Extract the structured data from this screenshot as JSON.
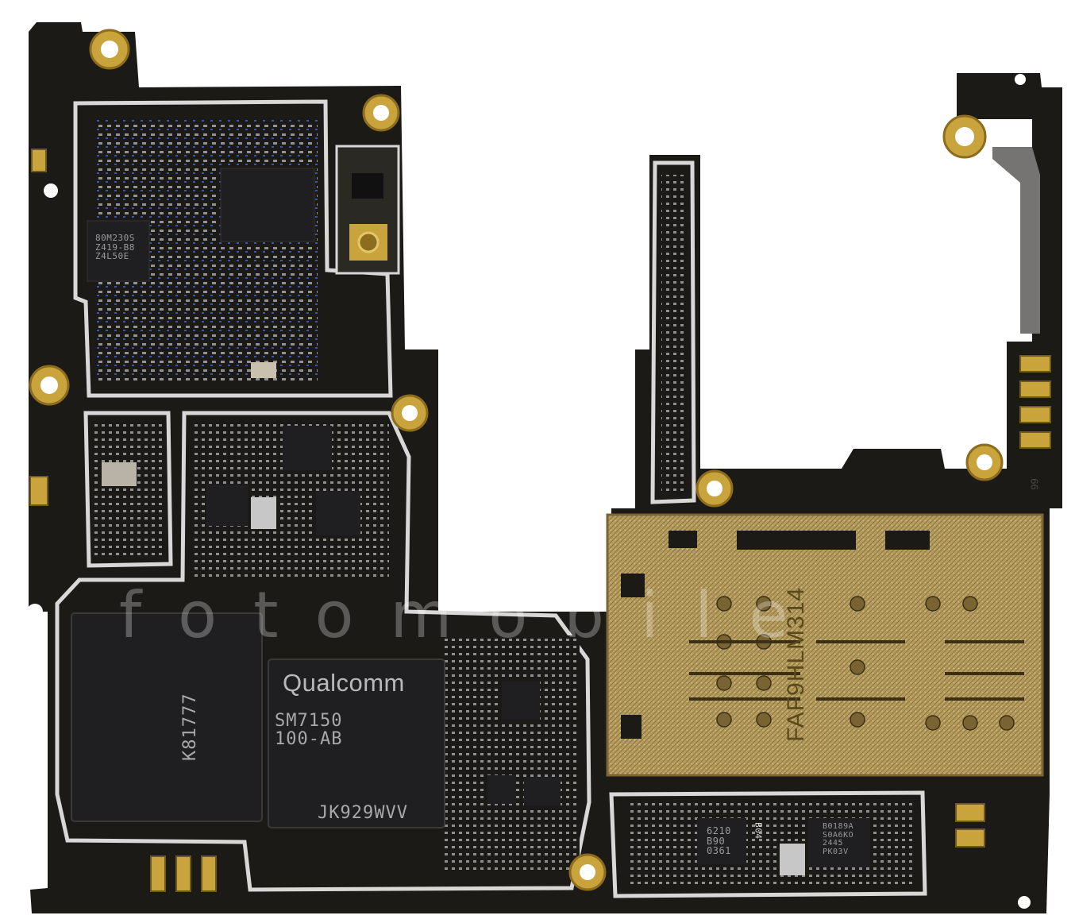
{
  "photo": {
    "subject": "smartphone-mainboard",
    "colors": {
      "pcb": "#1b1a17",
      "shield_line": "#d8d8d8",
      "gold": "#c9a33c",
      "gold_dark": "#8d6d1d",
      "chip": "#1f1f22",
      "sim_tray": "#b8a064"
    }
  },
  "labels": {
    "memory_chip": "80M230S\nZ419-B8\nZ4L50E",
    "storage_chip": "K81777",
    "soc_brand": "Qualcomm",
    "soc_model": "SM7150\n100-AB",
    "soc_lot": "JK929WVV",
    "sim_code": "FAF9HLM314",
    "pmic_chip": "6210\nB90\n0361",
    "right_chip": "B0189A\nS0A6KO\n2445\nPK03V",
    "side_mark": "66",
    "small_mark": "B04"
  },
  "watermark": "fotomobile"
}
